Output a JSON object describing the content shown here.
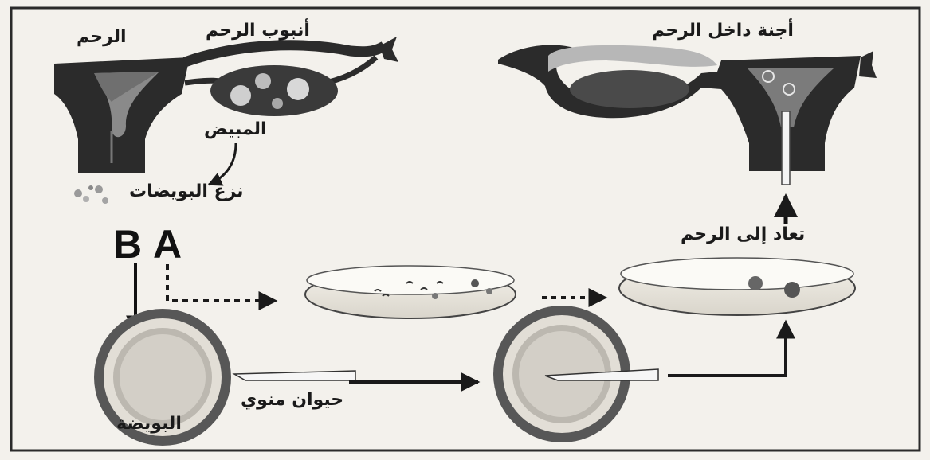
{
  "labels": {
    "uterus": "الرحم",
    "fallopian_tube": "أنبوب الرحم",
    "ovary": "المبيض",
    "egg_retrieval": "نزع البويضات",
    "embryos_in_uterus": "أجنة داخل الرحم",
    "returned_to_uterus": "تعاد إلى الرحم",
    "sperm": "حيوان منوي",
    "egg": "البويضة",
    "method_b": "B",
    "method_a": "A"
  }
}
